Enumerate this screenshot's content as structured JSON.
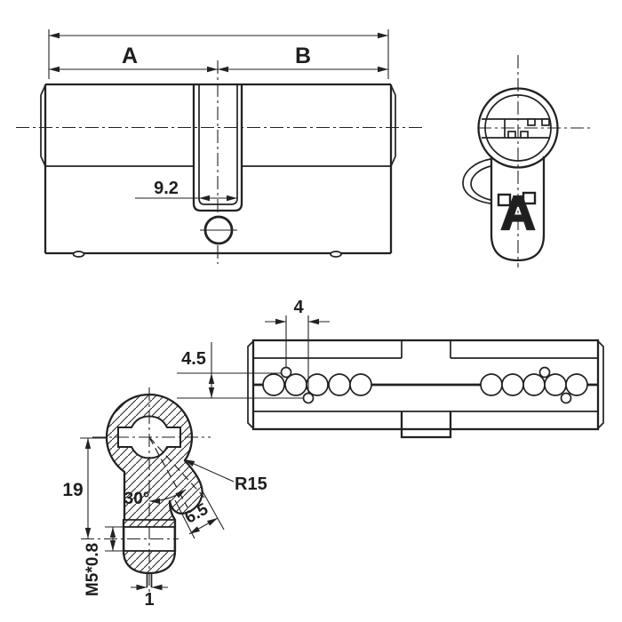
{
  "drawing": {
    "title_hint": "lock-cylinder-technical-drawing",
    "line_color": "#222222",
    "background": "#ffffff",
    "side_view": {
      "label_a": "A",
      "label_b": "B",
      "dim_cam_slot_width": "9.2"
    },
    "face_view": {
      "logo_letter": "A"
    },
    "top_view": {
      "dim_hole_spacing": "4",
      "dim_hole_offset": "4.5"
    },
    "section_view": {
      "dim_center_to_thread": "19",
      "dim_angle": "30°",
      "dim_radius": "R15",
      "dim_lobe_width": "6.5",
      "dim_thread": "M5*0.8",
      "dim_tip_width": "1"
    }
  }
}
